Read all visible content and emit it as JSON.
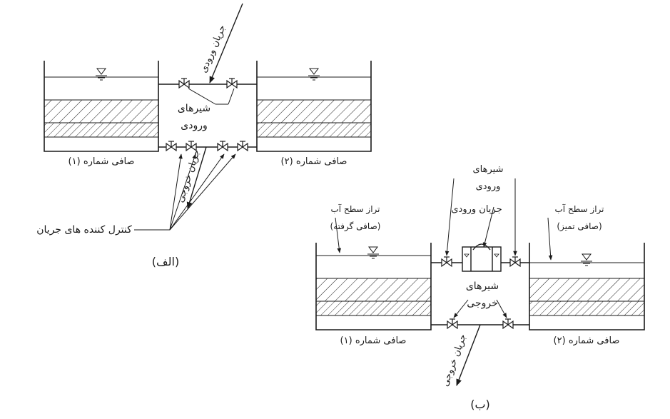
{
  "diagram_a": {
    "label": "(الف)",
    "filter1": "صافی شماره (۱)",
    "filter2": "صافی شماره (۲)",
    "inlet_flow": "جریان ورودی",
    "outlet_flow": "جریان خروجی",
    "inlet_valves_line1": "شیرهای",
    "inlet_valves_line2": "ورودی",
    "flow_controllers": "کنترل کننده های جریان"
  },
  "diagram_b": {
    "label": "(ب)",
    "filter1": "صافی شماره (۱)",
    "filter2": "صافی شماره (۲)",
    "inlet_valves_line1": "شیرهای",
    "inlet_valves_line2": "ورودی",
    "inlet_flow": "جریان ورودی",
    "level_left_line1": "تراز سطح آب",
    "level_left_line2": "(صافی گرفته)",
    "level_right_line1": "تراز سطح آب",
    "level_right_line2": "(صافی تمیز)",
    "outlet_valves_line1": "شیرهای",
    "outlet_valves_line2": "خروجی",
    "outlet_flow": "جریان خروجی"
  },
  "colors": {
    "ink": "#1a1a1a",
    "background": "#ffffff"
  }
}
